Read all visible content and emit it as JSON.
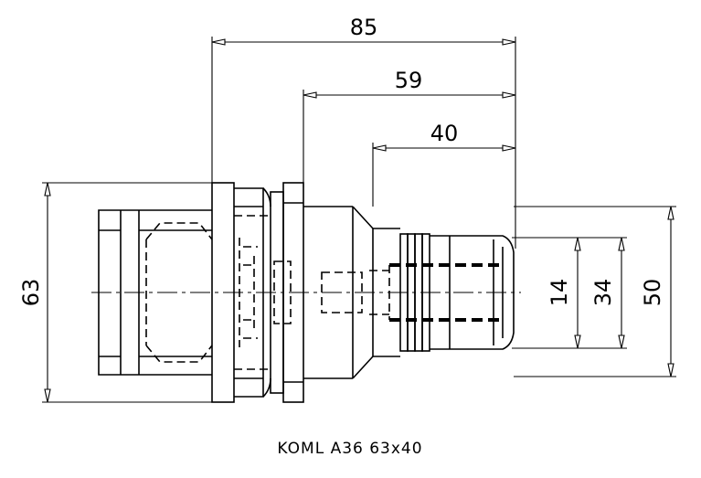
{
  "dimensions": {
    "overall_length": "85",
    "mid_length": "59",
    "collet_length": "40",
    "flange_diameter": "63",
    "bore_diameter": "14",
    "nut_diameter": "34",
    "body_diameter": "50"
  },
  "caption": "KOML   A36 63x40"
}
